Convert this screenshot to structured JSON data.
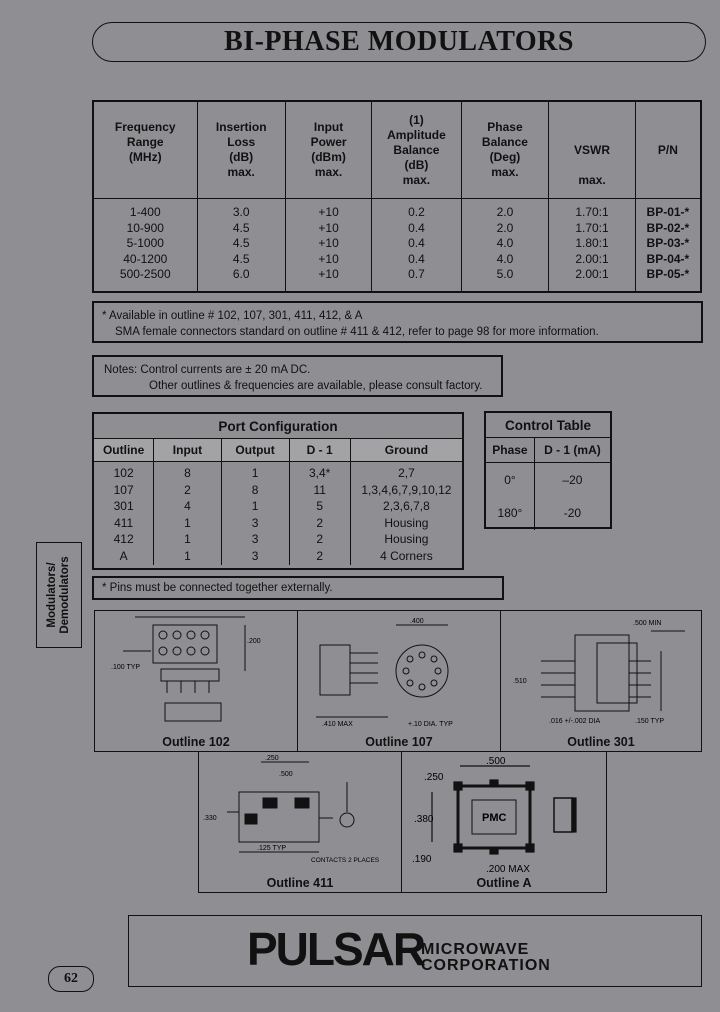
{
  "title": "BI-PHASE MODULATORS",
  "spec": {
    "headers": [
      [
        "Frequency",
        "Range",
        "(MHz)",
        ""
      ],
      [
        "Insertion",
        "Loss",
        "(dB)",
        "max."
      ],
      [
        "Input",
        "Power",
        "(dBm)",
        "max."
      ],
      [
        "(1)",
        "Amplitude",
        "Balance",
        "(dB)",
        "max."
      ],
      [
        "Phase",
        "Balance",
        "(Deg)",
        "max."
      ],
      [
        "",
        "",
        "VSWR",
        "",
        "max."
      ],
      [
        "P/N"
      ]
    ],
    "columns": [
      [
        "1-400",
        "10-900",
        "5-1000",
        "40-1200",
        "500-2500"
      ],
      [
        "3.0",
        "4.5",
        "4.5",
        "4.5",
        "6.0"
      ],
      [
        "+10",
        "+10",
        "+10",
        "+10",
        "+10"
      ],
      [
        "0.2",
        "0.4",
        "0.4",
        "0.4",
        "0.7"
      ],
      [
        "2.0",
        "2.0",
        "4.0",
        "4.0",
        "5.0"
      ],
      [
        "1.70:1",
        "1.70:1",
        "1.80:1",
        "2.00:1",
        "2.00:1"
      ],
      [
        "BP-01-*",
        "BP-02-*",
        "BP-03-*",
        "BP-04-*",
        "BP-05-*"
      ]
    ]
  },
  "note1": {
    "line1": "*   Available in outline # 102, 107, 301, 411, 412, & A",
    "line2": "SMA female connectors standard on outline # 411 & 412, refer to page 98 for more information."
  },
  "note2": {
    "line1": "Notes:  Control currents are ± 20 mA DC.",
    "line2": "Other outlines & frequencies are available, please consult factory."
  },
  "port": {
    "title": "Port Configuration",
    "headers": [
      "Outline",
      "Input",
      "Output",
      "D - 1",
      "Ground"
    ],
    "rows": [
      [
        "102",
        "8",
        "1",
        "3,4*",
        "2,7"
      ],
      [
        "107",
        "2",
        "8",
        "11",
        "1,3,4,6,7,9,10,12"
      ],
      [
        "301",
        "4",
        "1",
        "5",
        "2,3,6,7,8"
      ],
      [
        "411",
        "1",
        "3",
        "2",
        "Housing"
      ],
      [
        "412",
        "1",
        "3",
        "2",
        "Housing"
      ],
      [
        "A",
        "1",
        "3",
        "2",
        "4 Corners"
      ]
    ]
  },
  "control": {
    "title": "Control Table",
    "headers": [
      "Phase",
      "D - 1 (mA)"
    ],
    "rows": [
      [
        "0°",
        "–20"
      ],
      [
        "180°",
        "-20"
      ]
    ]
  },
  "pins_note": "* Pins must be connected together externally.",
  "side_tab": {
    "line1": "Modulators/",
    "line2": "Demodulators"
  },
  "outlines": {
    "o102": "Outline 102",
    "o107": "Outline 107",
    "o301": "Outline 301",
    "o411": "Outline 411",
    "oA": "Outline A"
  },
  "drawing_text": {
    "pmc": "PMC",
    "a_250": ".250",
    "a_500": ".500",
    "a_380": ".380",
    "a_190": ".190",
    "a_200max": ".200  MAX",
    "o107_400": ".400",
    "o107_410max": ".410 MAX",
    "o107_dia": "+.10  DIA. TYP",
    "o301_500": ".500 MIN",
    "o301_510": ".510",
    "o301_150": ".150 TYP",
    "o301_016": ".016 +/-.002 DIA",
    "o102_200": ".200",
    "o102_100": ".100 TYP",
    "o411_250": ".250",
    "o411_500": ".500",
    "o411_125": ".125 TYP",
    "o411_330": ".330",
    "o411_places": "CONTACTS 2 PLACES"
  },
  "logo": {
    "brand": "PULSAR",
    "line1": "MICROWAVE",
    "line2": "CORPORATION"
  },
  "page_number": "62"
}
